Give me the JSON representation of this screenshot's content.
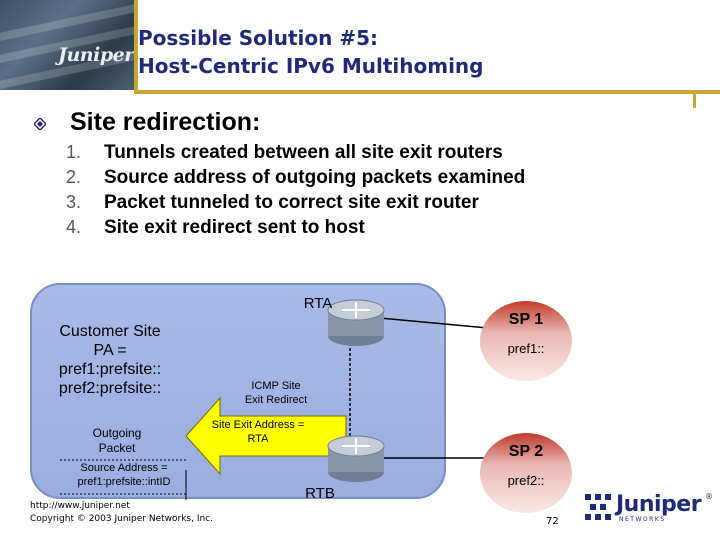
{
  "header": {
    "logo_text": "Juniper",
    "title_line1": "Possible Solution #5:",
    "title_line2": "Host-Centric IPv6 Multihoming"
  },
  "content": {
    "subhead": "Site redirection:",
    "items": [
      {
        "num": "1.",
        "text": "Tunnels created between all site exit routers"
      },
      {
        "num": "2.",
        "text": "Source address of outgoing packets examined"
      },
      {
        "num": "3.",
        "text": "Packet tunneled to correct site exit router"
      },
      {
        "num": "4.",
        "text": "Site exit redirect sent to host"
      }
    ]
  },
  "diagram": {
    "rta_label": "RTA",
    "rtb_label": "RTB",
    "customer_site": [
      "Customer Site",
      "PA =",
      "pref1:prefsite::",
      "pref2:prefsite::"
    ],
    "outgoing_packet": [
      "Outgoing",
      "Packet"
    ],
    "source_address": [
      "Source Address =",
      "pref1:prefsite::intID"
    ],
    "icmp": [
      "ICMP Site",
      "Exit Redirect"
    ],
    "site_exit_address": [
      "Site Exit Address =",
      "RTA"
    ],
    "sp1": {
      "title": "SP 1",
      "prefix": "pref1::"
    },
    "sp2": {
      "title": "SP 2",
      "prefix": "pref2::"
    },
    "colors": {
      "cloud": "#a8bbe6",
      "arrow": "#ffff00",
      "sp": "#c0392b",
      "accent": "#c9a531",
      "title": "#1f2a78"
    }
  },
  "footer": {
    "url": "http://www.juniper.net",
    "copyright": "Copyright © 2003 Juniper Networks, Inc.",
    "page": "72",
    "brand": "Juniper",
    "brand_sub": "NETWORKS",
    "registered_mark": "®"
  }
}
